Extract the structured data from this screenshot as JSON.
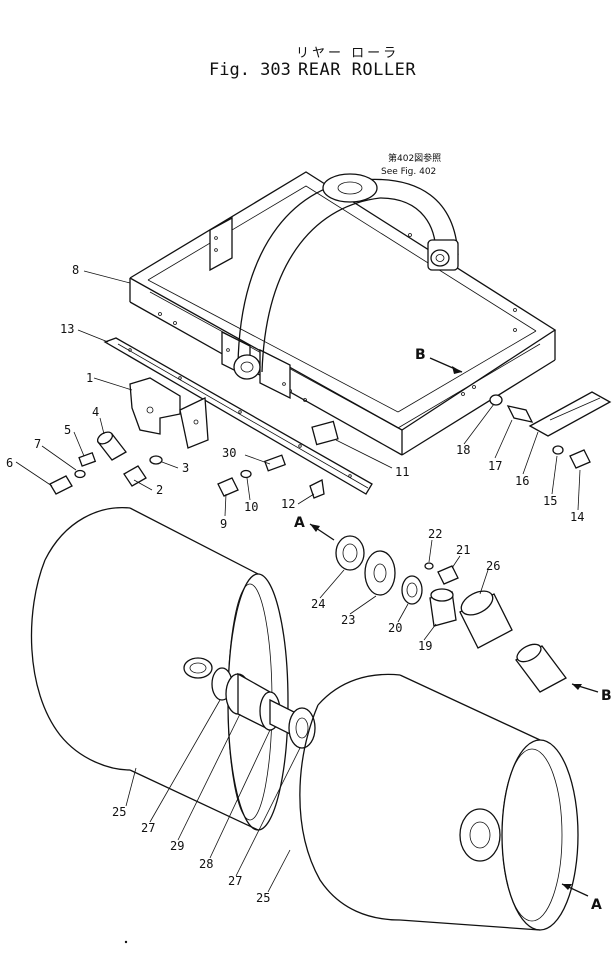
{
  "title": {
    "japanese": "リヤー ローラ",
    "figure": "Fig. 303",
    "name": "REAR ROLLER"
  },
  "reference_note": {
    "japanese": "第402図参照",
    "english": "See Fig. 402"
  },
  "view_markers": {
    "a": "A",
    "b": "B"
  },
  "callouts": {
    "p1": "1",
    "p2": "2",
    "p3": "3",
    "p4": "4",
    "p5": "5",
    "p6": "6",
    "p7": "7",
    "p8": "8",
    "p9": "9",
    "p10": "10",
    "p11": "11",
    "p12": "12",
    "p13": "13",
    "p14": "14",
    "p15": "15",
    "p16": "16",
    "p17": "17",
    "p18": "18",
    "p19": "19",
    "p20": "20",
    "p21": "21",
    "p22": "22",
    "p23": "23",
    "p24": "24",
    "p25": "25",
    "p26": "26",
    "p27": "27",
    "p28": "28",
    "p29": "29",
    "p30": "30"
  }
}
